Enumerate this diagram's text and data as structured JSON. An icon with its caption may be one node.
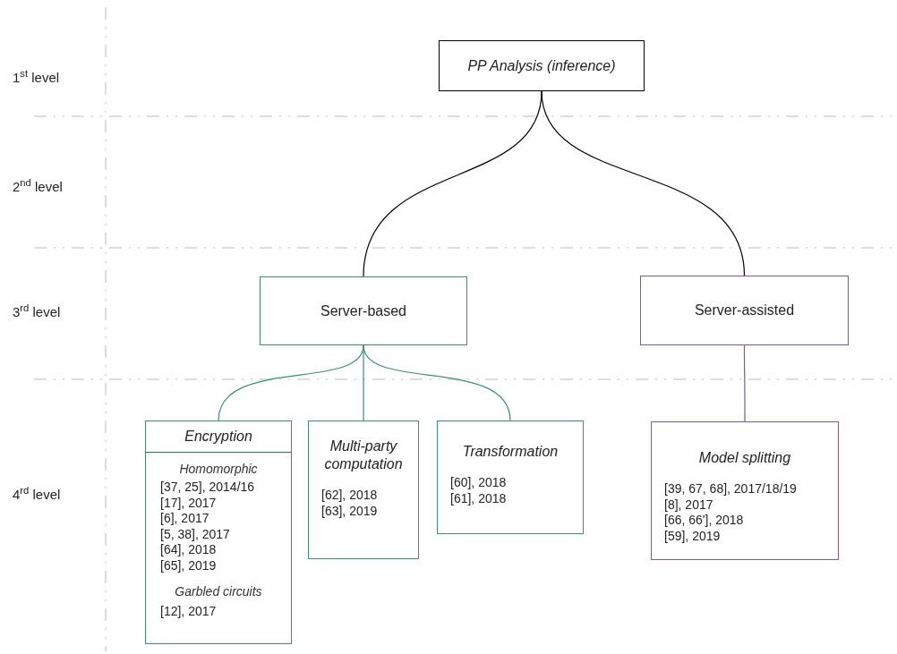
{
  "diagram": {
    "nodes": [
      {
        "text": [
          "PP Analysis (inference)"
        ]
      },
      {
        "text": [
          "Server-based"
        ]
      },
      {
        "text": [
          "Server-assisted"
        ]
      },
      {
        "text": [
          "Encryption",
          "Homomorphic",
          "[37, 25], 2014/16",
          "[17], 2017",
          "[6], 2017",
          "[5, 38], 2017",
          "[64], 2018",
          "[65], 2019",
          "Garbled circuits",
          "[12], 2017"
        ]
      },
      {
        "text": [
          "Multi-party computation",
          "[62], 2018",
          "[63], 2019"
        ]
      },
      {
        "text": [
          "Transformation",
          "[60], 2018",
          "[61], 2018"
        ]
      },
      {
        "text": [
          "Model splitting",
          "[39, 67, 68], 2017/18/19",
          "[8], 2017",
          "[66, 66'], 2018",
          "[59], 2019"
        ]
      }
    ],
    "edges": [
      {
        "from": 0,
        "to": 1,
        "arrow": "none",
        "color": "#000000"
      },
      {
        "from": 0,
        "to": 2,
        "arrow": "none",
        "color": "#000000"
      },
      {
        "from": 1,
        "to": 3,
        "arrow": "none"
      },
      {
        "from": 1,
        "to": 4,
        "arrow": "none"
      },
      {
        "from": 1,
        "to": 5,
        "arrow": "none"
      },
      {
        "from": 2,
        "to": 6,
        "arrow": "none",
        "color": "#7a5a9a"
      }
    ],
    "labels": [
      "1$^{st}$ level",
      "2$^{nd}$ level",
      "3$^{rd}$ level",
      "4$^{rd}$ level"
    ]
  }
}
